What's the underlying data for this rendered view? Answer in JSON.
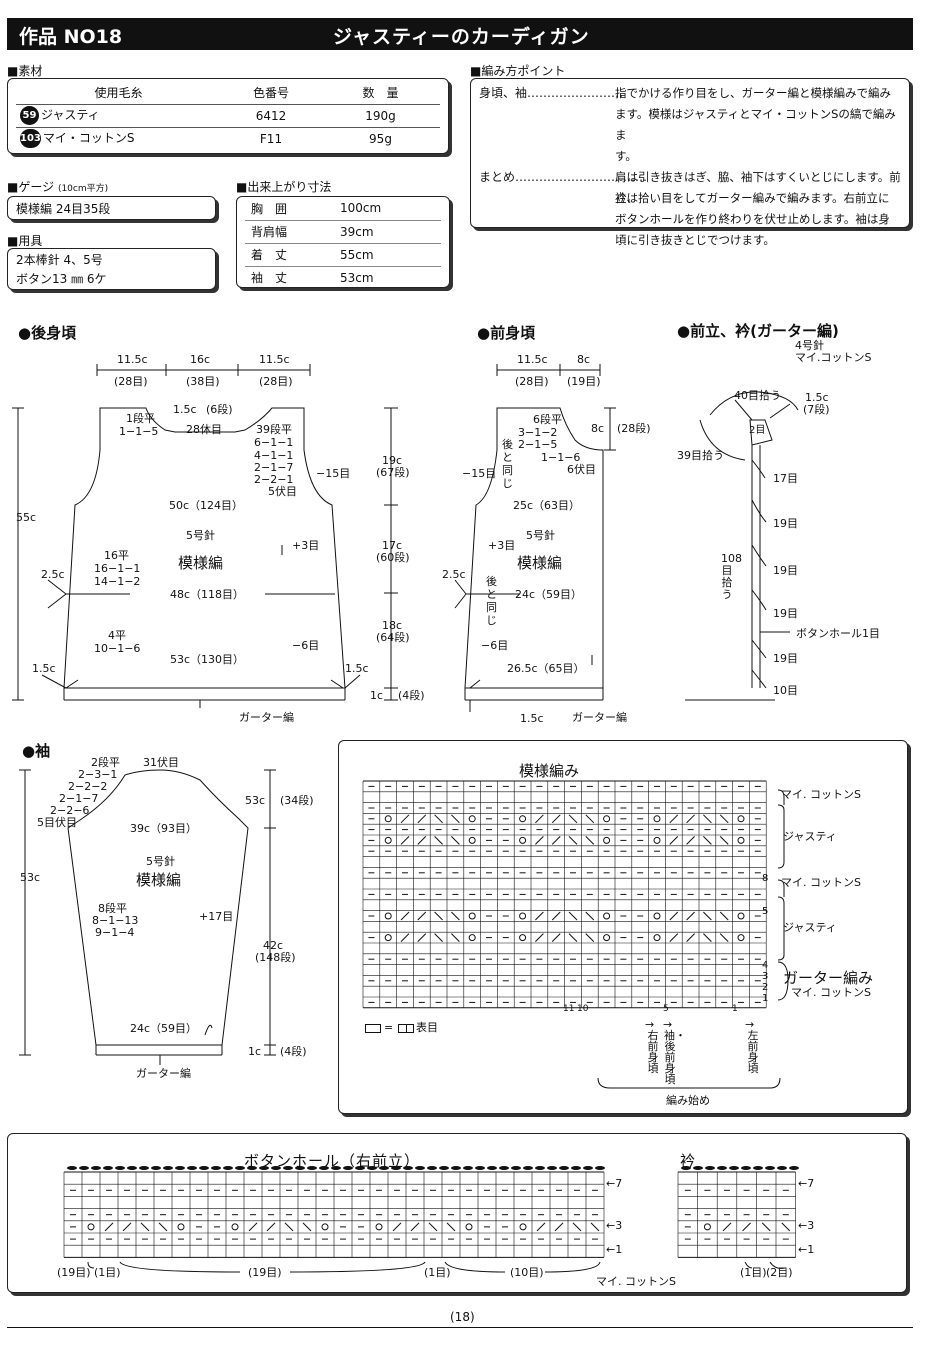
{
  "header": {
    "work_no": "作品 NO18",
    "title": "ジャスティーのカーディガン"
  },
  "materials": {
    "section": "■素材",
    "col_yarn": "使用毛糸",
    "col_color": "色番号",
    "col_qty": "数　量",
    "rows": [
      {
        "num": "59",
        "name": "ジャスティ",
        "color": "6412",
        "qty": "190g"
      },
      {
        "num": "103",
        "name": "マイ・コットンS",
        "color": "F11",
        "qty": "95g"
      }
    ]
  },
  "gauge": {
    "section": "■ゲージ",
    "unit": "(10cm平方)",
    "value": "模様編 24目35段"
  },
  "tools": {
    "section": "■用具",
    "line1": "2本棒針 4、5号",
    "line2": "ボタン13 ㎜ 6ケ"
  },
  "sizes": {
    "section": "■出来上がり寸法",
    "rows": [
      {
        "label": "胸　囲",
        "value": "100cm"
      },
      {
        "label": "背肩幅",
        "value": "39cm"
      },
      {
        "label": "着　丈",
        "value": "55cm"
      },
      {
        "label": "袖　丈",
        "value": "53cm"
      }
    ]
  },
  "points": {
    "section": "■編み方ポイント",
    "p1_label": "身頃、袖……………………",
    "p1_l1": "指でかける作り目をし、ガーター編と模様編みで編み",
    "p1_l2": "ます。模様はジャスティとマイ・コットンSの縞で編みま",
    "p1_l3": "す。",
    "p2_label": "まとめ……………………………",
    "p2_l1": "肩は引き抜きはぎ、脇、袖下はすくいとじにします。前立、",
    "p2_l2": "衿は拾い目をしてガーター編みで編みます。右前立に",
    "p2_l3": "ボタンホールを作り終わりを伏せ止めします。袖は身",
    "p2_l4": "頃に引き抜きとじでつけます。"
  },
  "back": {
    "heading": "●後身頃",
    "w_left": "11.5c",
    "w_mid": "16c",
    "w_right": "11.5c",
    "s_left": "(28目)",
    "s_mid": "(38目)",
    "s_right": "(28目)",
    "l1": "1段平",
    "l2": "1−1−5",
    "l3": "1.5c",
    "l4": "(6段)",
    "l5": "28休目",
    "r1": "39段平",
    "r2": "6−1−1",
    "r3": "4−1−1",
    "r4": "2−1−7",
    "r5": "2−2−1",
    "r6": "5伏目",
    "dec_top": "−15目",
    "v_top": "19c",
    "v_top_s": "(67段)",
    "v_mid": "17c",
    "v_mid_s": "(60段)",
    "v_low": "18c",
    "v_low_s": "(64段)",
    "v_bot": "1c",
    "v_bot_s": "(4段)",
    "m1": "50c（124目）",
    "needle": "5号針",
    "pattern": "模様編",
    "inc": "+3目",
    "m2": "48c（118目）",
    "m3": "53c（130目）",
    "dec_bot": "−6目",
    "side1": "16平",
    "side2": "16−1−1",
    "side3": "14−1−2",
    "side4": "4平",
    "side5": "10−1−6",
    "left25": "2.5c",
    "corner_l": "1.5c",
    "corner_r": "1.5c",
    "height": "55c",
    "garter": "ガーター編"
  },
  "front": {
    "heading": "●前身頃",
    "w_left": "11.5c",
    "w_right": "8c",
    "s_left": "(28目)",
    "s_right": "(19目)",
    "n1": "6段平",
    "n2": "3−1−2",
    "n3": "2−1−5",
    "n4": "1−1−6",
    "n5": "6伏目",
    "depth": "8c",
    "depth_s": "(28段)",
    "same1": "後と同じ",
    "dec": "−15目",
    "m1": "25c（63目）",
    "needle": "5号針",
    "inc": "+3目",
    "pattern": "模様編",
    "m2": "24c（59目）",
    "left25": "2.5c",
    "same2": "後と同じ",
    "dec6": "−6目",
    "m3": "26.5c（65目）",
    "corner": "1.5c",
    "garter": "ガーター編"
  },
  "band": {
    "heading": "●前立、衿(ガーター編)",
    "needle": "4号針",
    "yarn": "マイ.コットンS",
    "pick40": "40目拾う",
    "w15": "1.5c",
    "w15_s": "(7段)",
    "two": "2目",
    "pick39": "39目拾う",
    "s17": "17目",
    "s19a": "19目",
    "s19b": "19目",
    "s19c": "19目",
    "s19d": "19目",
    "s10": "10目",
    "pick108": "108目拾う",
    "hole": "ボタンホール1目"
  },
  "sleeve": {
    "heading": "●袖",
    "c1": "2段平",
    "c2": "2−3−1",
    "c3": "2−2−2",
    "c4": "2−1−7",
    "c5": "2−2−6",
    "c6": "5目伏目",
    "bind": "31伏目",
    "cap_h": "53c",
    "cap_s": "(34段)",
    "w39": "39c（93目）",
    "needle": "5号針",
    "pattern": "模様編",
    "s1": "8段平",
    "s2": "8−1−13",
    "s3": "9−1−4",
    "inc": "+17目",
    "h42": "42c",
    "h42_s": "(148段)",
    "total": "53c",
    "w24": "24c（59目）",
    "h1": "1c",
    "h1_s": "(4段)",
    "garter": "ガーター編"
  },
  "chart": {
    "title": "模様編み",
    "yarn_a1": "マイ. コットンS",
    "yarn_b1": "ジャスティ",
    "yarn_a2": "マイ. コットンS",
    "yarn_b2": "ジャスティ",
    "garter": "ガーター編み",
    "yarn_a3": "マイ. コットンS",
    "r8": "8",
    "r5": "5",
    "r4": "4",
    "r3": "3",
    "r2": "2",
    "r1": "1",
    "c11": "11",
    "c10": "10",
    "c5": "5",
    "c1": "1",
    "legend": "= ",
    "legend_txt": "表目",
    "ar1": "右前身頃",
    "ar2": "袖・後前身頃",
    "ar3": "左前身頃",
    "start": "編み始め"
  },
  "buttonhole": {
    "title": "ボタンホール（右前立）",
    "collar_title": "衿",
    "r7": "←7",
    "r3": "←3",
    "r1": "←1",
    "b1": "(19目)",
    "b2": "(1目)",
    "b3": "(19目)",
    "b4": "(1目)",
    "b5": "(10目)",
    "yarn": "マイ. コットンS",
    "c1": "(1目)",
    "c2": "(2目)"
  },
  "footer": {
    "page": "(18)"
  }
}
